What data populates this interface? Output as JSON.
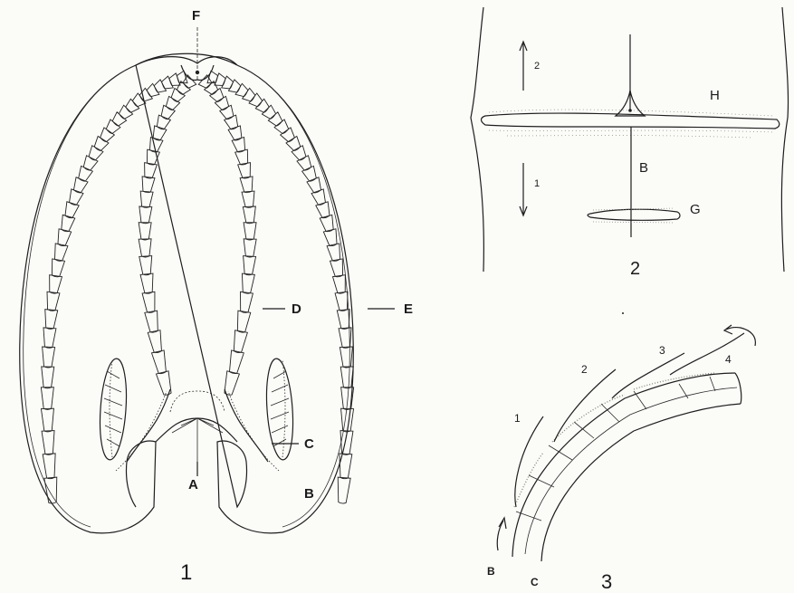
{
  "figures": [
    {
      "number": "1",
      "labels": {
        "a": "A",
        "b": "B",
        "c": "C",
        "d": "D",
        "e": "E",
        "f": "F"
      }
    },
    {
      "number": "2",
      "labels": {
        "h": "H",
        "b": "B",
        "g": "G",
        "arrow_up": "2",
        "arrow_down": "1"
      }
    },
    {
      "number": "3",
      "labels": {
        "b": "B",
        "c": "C",
        "cilia_1": "1",
        "cilia_2": "2",
        "cilia_3": "3",
        "cilia_4": "4"
      }
    }
  ],
  "colors": {
    "ink": "#1e1e1e",
    "paper": "#fbfbf8",
    "stipple": "#8a8a80"
  }
}
